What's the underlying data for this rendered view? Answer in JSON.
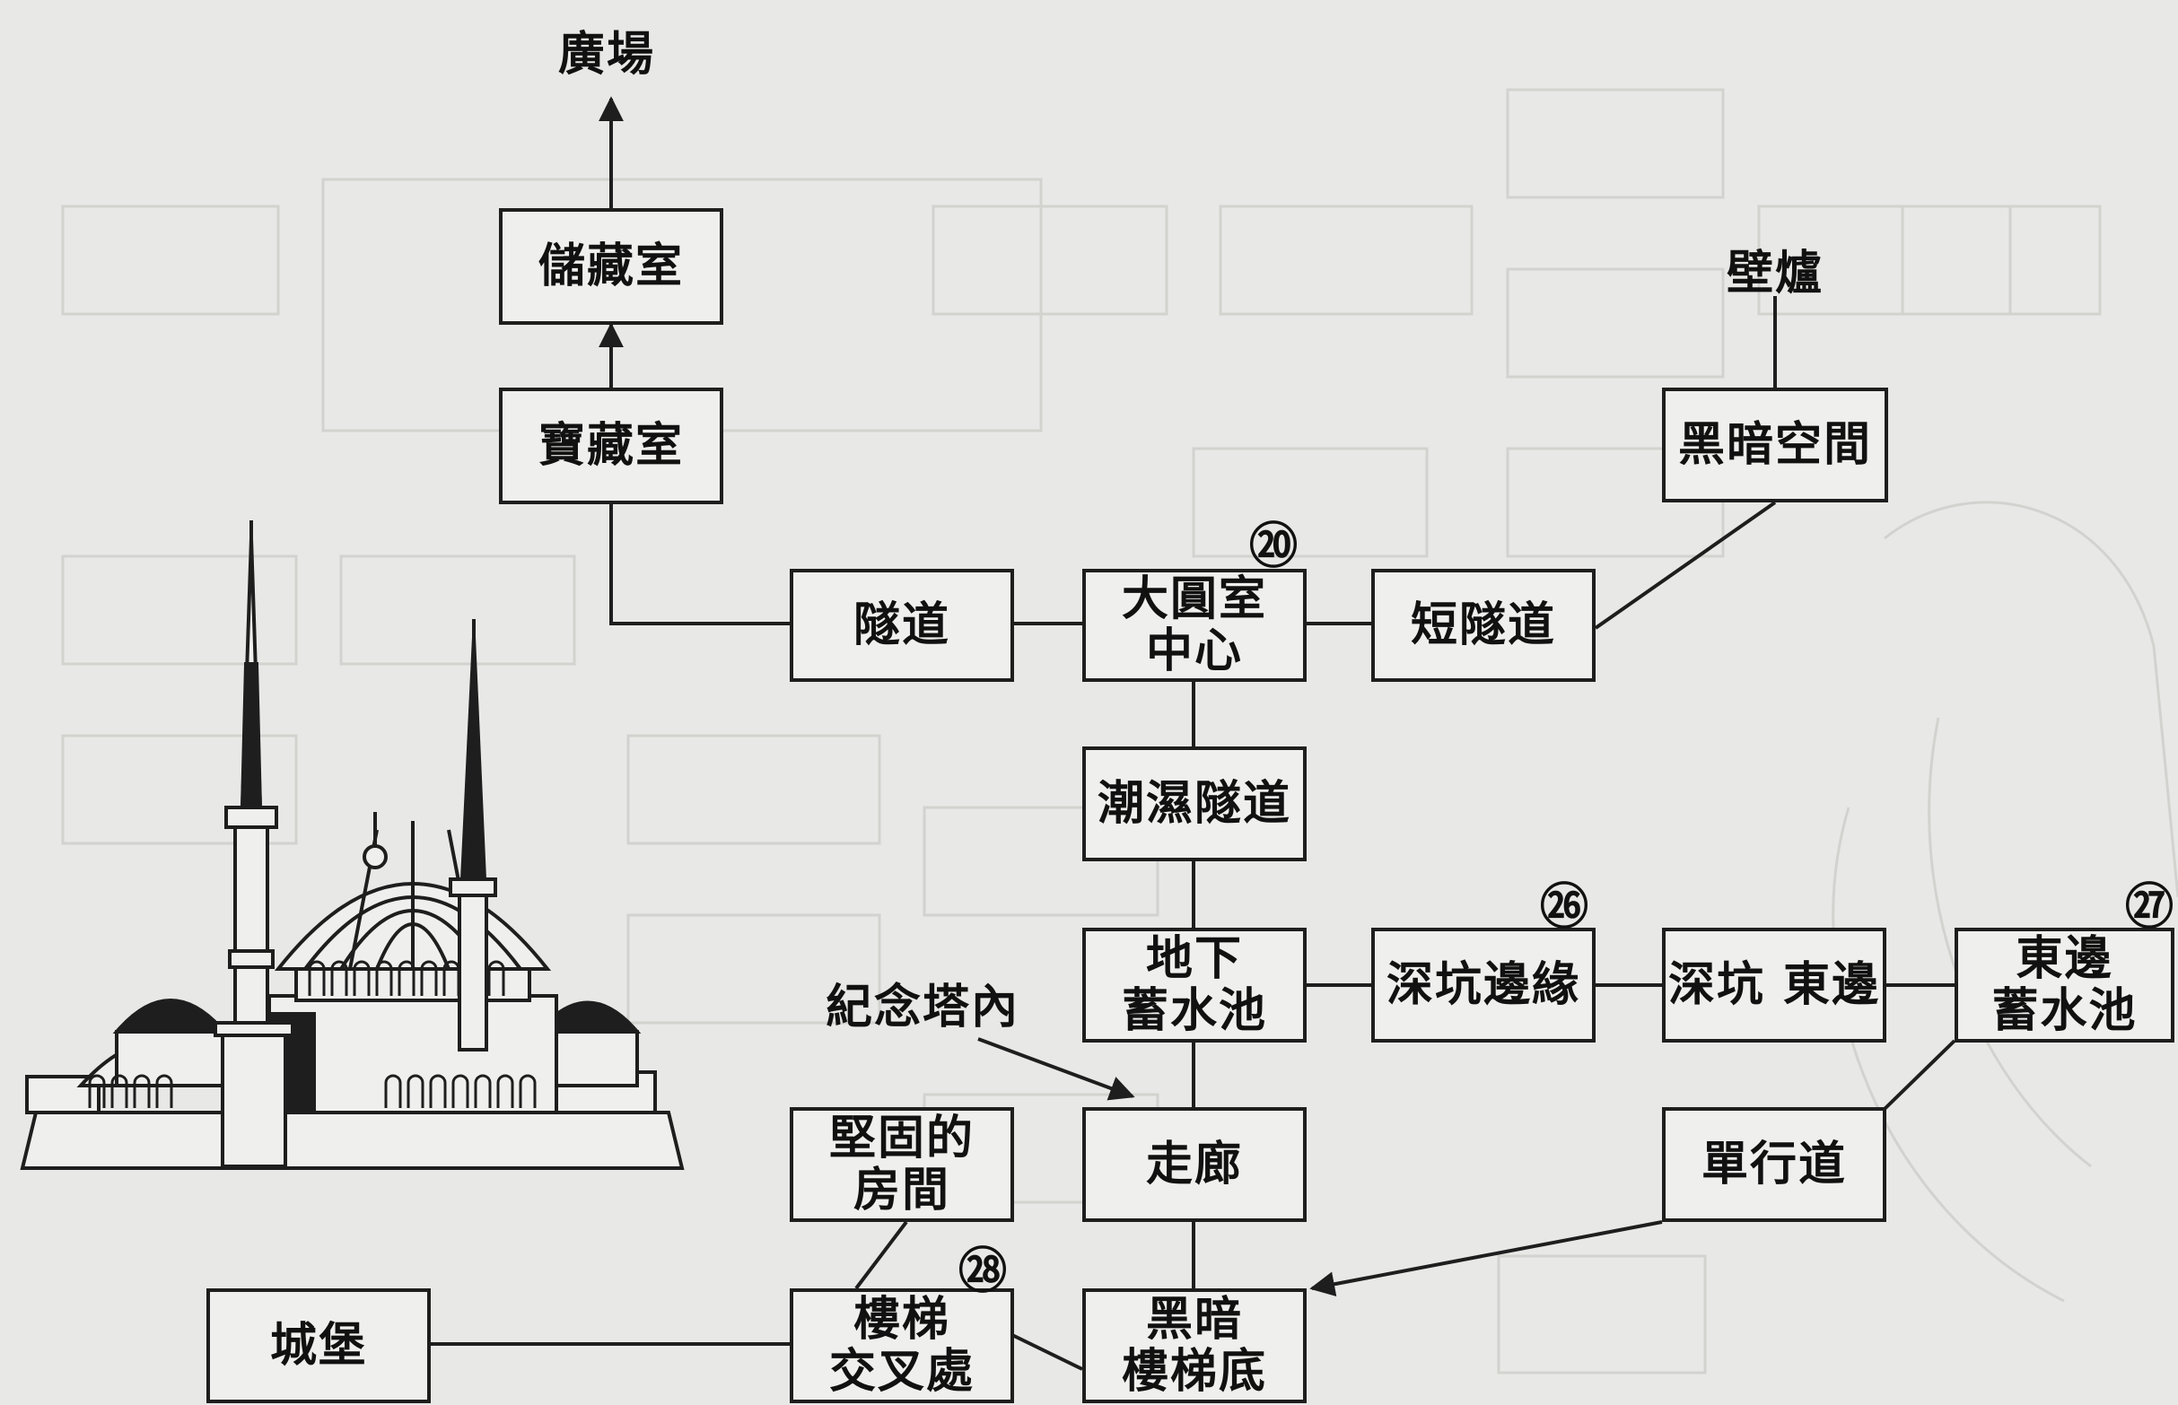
{
  "colors": {
    "background": "#e8e8e6",
    "ink": "#1e1e1e",
    "faint_background_sketch": "#cfcfcc"
  },
  "illustration": {
    "name": "mosque-illustration"
  },
  "labels": {
    "plaza": "廣場",
    "fireplace": "壁爐",
    "monument_inside": "紀念塔內"
  },
  "rooms": {
    "storage": {
      "l1": "儲藏室"
    },
    "treasure": {
      "l1": "寶藏室"
    },
    "tunnel": {
      "l1": "隧道"
    },
    "great_hall": {
      "l1": "大圓室",
      "l2": "中心"
    },
    "short_tunnel": {
      "l1": "短隧道"
    },
    "dark_space": {
      "l1": "黑暗空間"
    },
    "damp_tunnel": {
      "l1": "潮濕隧道"
    },
    "cistern": {
      "l1": "地下",
      "l2": "蓄水池"
    },
    "pit_edge": {
      "l1": "深坑邊緣"
    },
    "pit_east": {
      "l1": "深坑 東邊"
    },
    "east_cistern": {
      "l1": "東邊",
      "l2": "蓄水池"
    },
    "corridor": {
      "l1": "走廊"
    },
    "solid_room": {
      "l1": "堅固的",
      "l2": "房間"
    },
    "one_way": {
      "l1": "單行道"
    },
    "castle": {
      "l1": "城堡"
    },
    "stair_cross": {
      "l1": "樓梯",
      "l2": "交叉處"
    },
    "dark_stair": {
      "l1": "黑暗",
      "l2": "樓梯底"
    }
  },
  "markers": {
    "m20": "⑳",
    "m26": "㉖",
    "m27": "㉗",
    "m28": "㉘"
  }
}
